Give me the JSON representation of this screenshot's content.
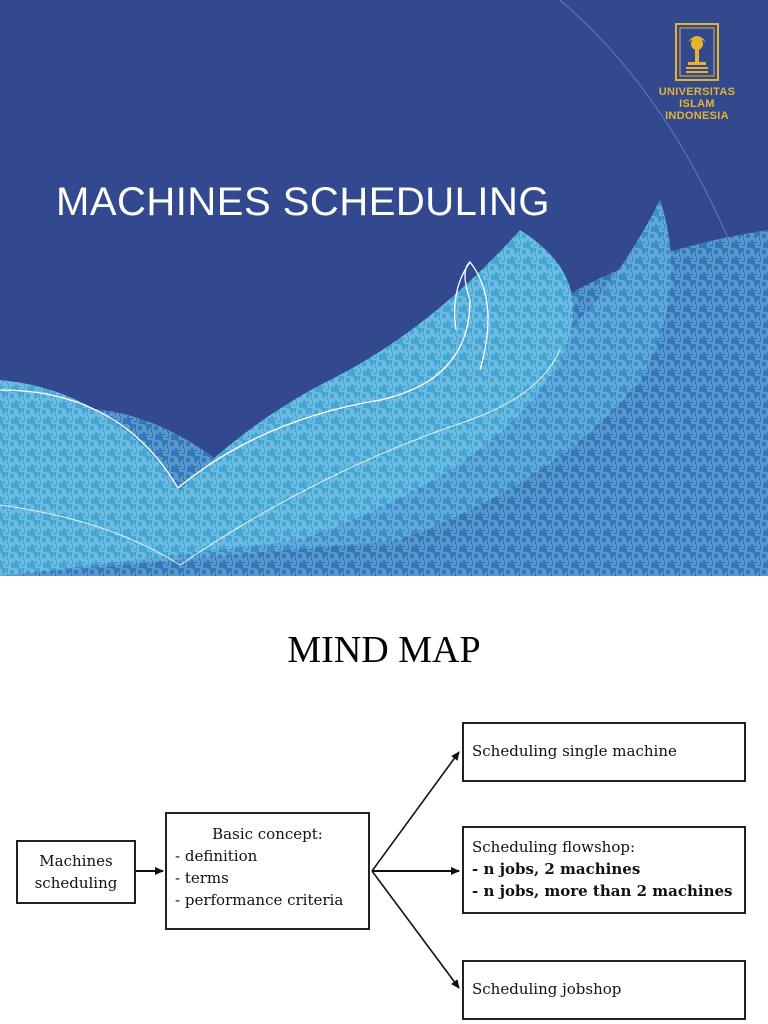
{
  "slide1": {
    "title": "MACHINES SCHEDULING",
    "logo": {
      "icon": "uii-emblem-icon",
      "lines": [
        "UNIVERSITAS",
        "ISLAM",
        "INDONESIA"
      ],
      "color": "#e4b431"
    },
    "colors": {
      "background": "#33498f",
      "accent_light": "#45a7d6",
      "accent_mid": "#2f79bd"
    }
  },
  "slide2": {
    "title": "MIND MAP",
    "nodes": {
      "root": [
        "Machines",
        "scheduling"
      ],
      "concept": {
        "header": "Basic concept:",
        "items": [
          "- definition",
          "- terms",
          "- performance criteria"
        ]
      },
      "single": "Scheduling single machine",
      "flowshop": {
        "header": "Scheduling flowshop:",
        "items": [
          "- n jobs, 2 machines",
          "- n jobs, more than 2 machines"
        ]
      },
      "jobshop": "Scheduling jobshop"
    }
  }
}
